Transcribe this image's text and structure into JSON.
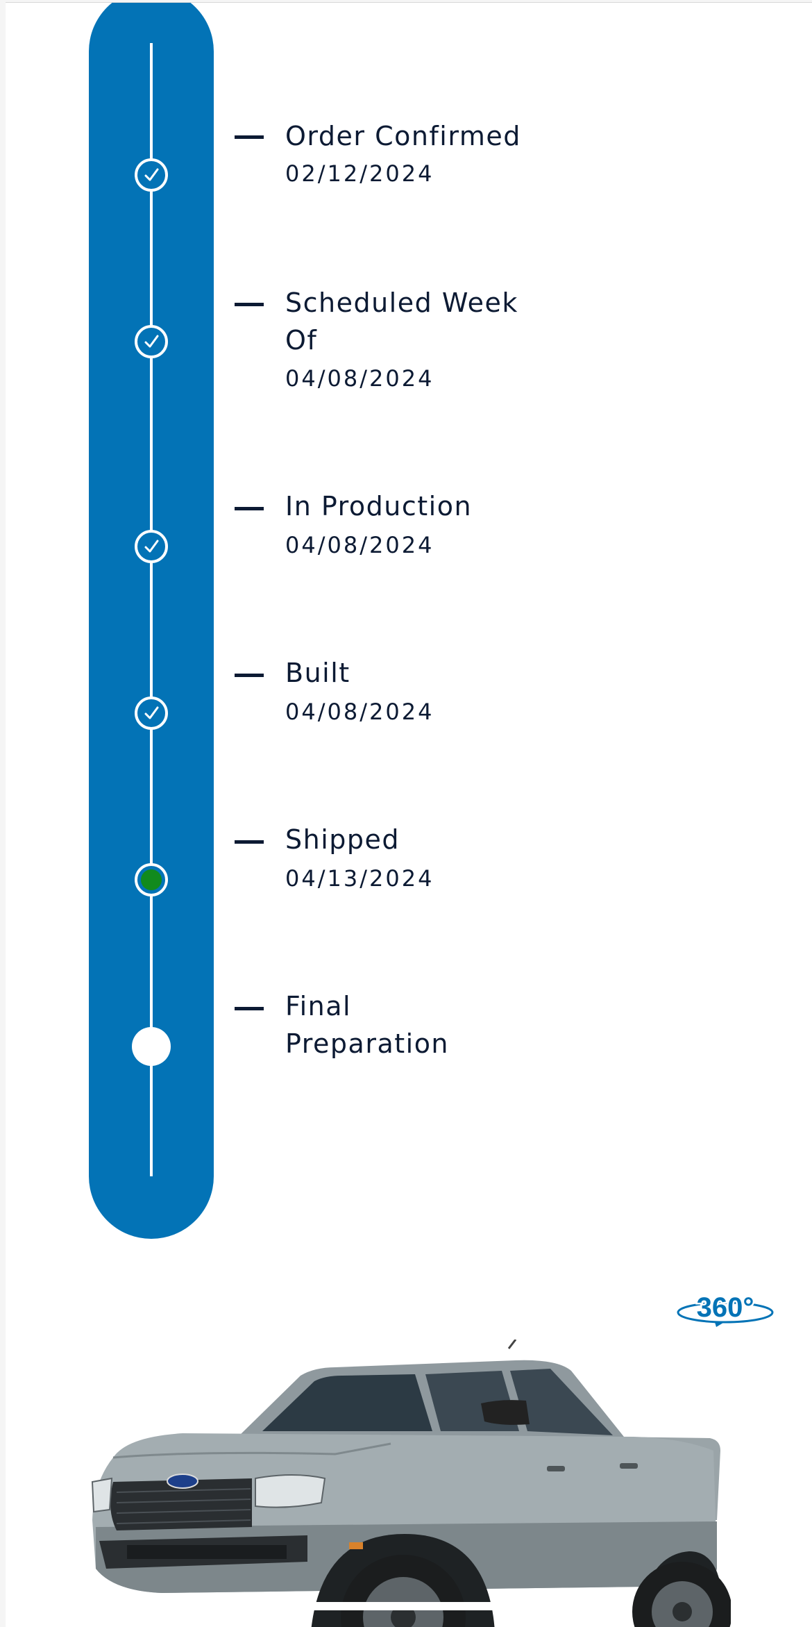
{
  "timeline": {
    "steps": [
      {
        "title": "Order Confirmed",
        "date": "02/12/2024",
        "status": "complete"
      },
      {
        "title": "Scheduled Week Of",
        "date": "04/08/2024",
        "status": "complete"
      },
      {
        "title": "In Production",
        "date": "04/08/2024",
        "status": "complete"
      },
      {
        "title": "Built",
        "date": "04/08/2024",
        "status": "complete"
      },
      {
        "title": "Shipped",
        "date": "04/13/2024",
        "status": "current"
      },
      {
        "title": "Final Preparation",
        "date": "",
        "status": "upcoming"
      }
    ],
    "icons": {
      "complete": "check-circle-icon",
      "current": "current-dot-icon",
      "upcoming": "empty-circle-icon"
    },
    "colors": {
      "track": "#0373b6",
      "current": "#118a1d",
      "text": "#0c1a33"
    }
  },
  "viewer": {
    "badge_label": "360°",
    "badge_icon": "rotate-360-icon",
    "vehicle_icon": "pickup-truck-image"
  }
}
